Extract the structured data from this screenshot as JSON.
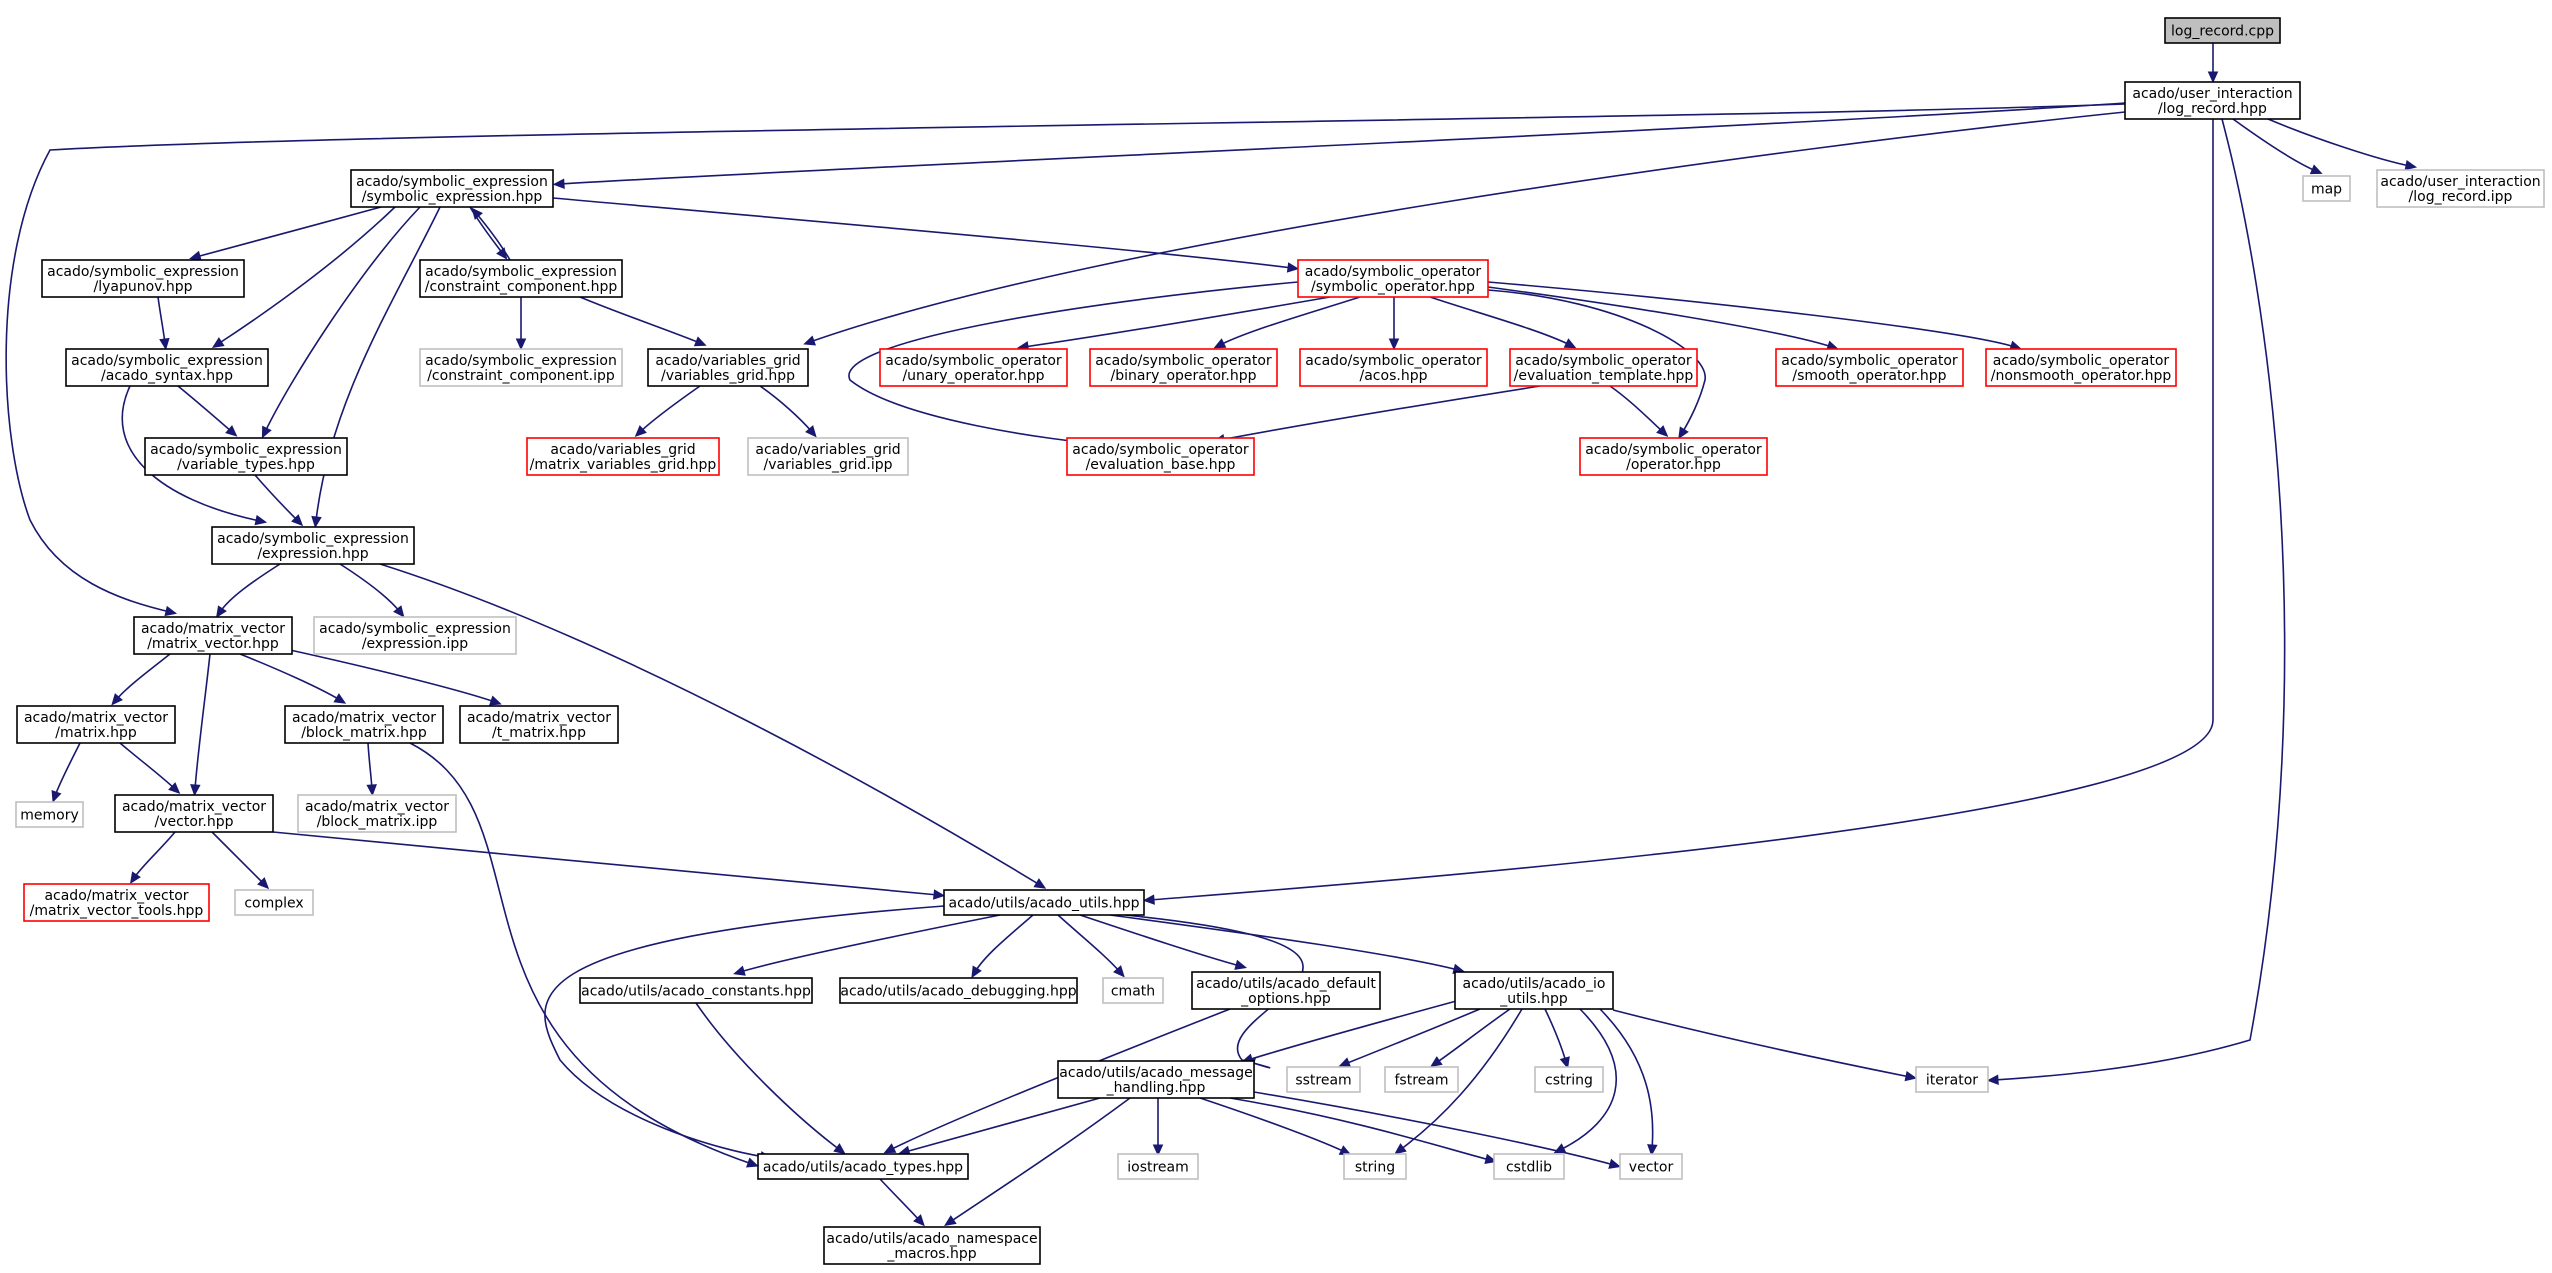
{
  "diagram": {
    "type": "include-dependency-graph",
    "root": "log_record.cpp",
    "nodes": [
      {
        "id": "log_record_cpp",
        "lines": [
          "log_record.cpp"
        ],
        "style": "root"
      },
      {
        "id": "ui_log_record_hpp",
        "lines": [
          "acado/user_interaction",
          "/log_record.hpp"
        ],
        "style": "black"
      },
      {
        "id": "map",
        "lines": [
          "map"
        ],
        "style": "gray"
      },
      {
        "id": "ui_log_record_ipp",
        "lines": [
          "acado/user_interaction",
          "/log_record.ipp"
        ],
        "style": "gray"
      },
      {
        "id": "se_symbolic_expression",
        "lines": [
          "acado/symbolic_expression",
          "/symbolic_expression.hpp"
        ],
        "style": "black"
      },
      {
        "id": "se_lyapunov",
        "lines": [
          "acado/symbolic_expression",
          "/lyapunov.hpp"
        ],
        "style": "black"
      },
      {
        "id": "se_constraint_component",
        "lines": [
          "acado/symbolic_expression",
          "/constraint_component.hpp"
        ],
        "style": "black"
      },
      {
        "id": "so_symbolic_operator",
        "lines": [
          "acado/symbolic_operator",
          "/symbolic_operator.hpp"
        ],
        "style": "red"
      },
      {
        "id": "se_acado_syntax",
        "lines": [
          "acado/symbolic_expression",
          "/acado_syntax.hpp"
        ],
        "style": "black"
      },
      {
        "id": "se_constraint_component_ipp",
        "lines": [
          "acado/symbolic_expression",
          "/constraint_component.ipp"
        ],
        "style": "gray"
      },
      {
        "id": "vg_variables_grid",
        "lines": [
          "acado/variables_grid",
          "/variables_grid.hpp"
        ],
        "style": "black"
      },
      {
        "id": "so_unary",
        "lines": [
          "acado/symbolic_operator",
          "/unary_operator.hpp"
        ],
        "style": "red"
      },
      {
        "id": "so_binary",
        "lines": [
          "acado/symbolic_operator",
          "/binary_operator.hpp"
        ],
        "style": "red"
      },
      {
        "id": "so_acos",
        "lines": [
          "acado/symbolic_operator",
          "/acos.hpp"
        ],
        "style": "red"
      },
      {
        "id": "so_evaluation_template",
        "lines": [
          "acado/symbolic_operator",
          "/evaluation_template.hpp"
        ],
        "style": "red"
      },
      {
        "id": "so_smooth",
        "lines": [
          "acado/symbolic_operator",
          "/smooth_operator.hpp"
        ],
        "style": "red"
      },
      {
        "id": "so_nonsmooth",
        "lines": [
          "acado/symbolic_operator",
          "/nonsmooth_operator.hpp"
        ],
        "style": "red"
      },
      {
        "id": "se_variable_types",
        "lines": [
          "acado/symbolic_expression",
          "/variable_types.hpp"
        ],
        "style": "black"
      },
      {
        "id": "vg_matrix_variables_grid",
        "lines": [
          "acado/variables_grid",
          "/matrix_variables_grid.hpp"
        ],
        "style": "red"
      },
      {
        "id": "vg_variables_grid_ipp",
        "lines": [
          "acado/variables_grid",
          "/variables_grid.ipp"
        ],
        "style": "gray"
      },
      {
        "id": "so_evaluation_base",
        "lines": [
          "acado/symbolic_operator",
          "/evaluation_base.hpp"
        ],
        "style": "red"
      },
      {
        "id": "so_operator",
        "lines": [
          "acado/symbolic_operator",
          "/operator.hpp"
        ],
        "style": "red"
      },
      {
        "id": "se_expression",
        "lines": [
          "acado/symbolic_expression",
          "/expression.hpp"
        ],
        "style": "black"
      },
      {
        "id": "mv_matrix_vector",
        "lines": [
          "acado/matrix_vector",
          "/matrix_vector.hpp"
        ],
        "style": "black"
      },
      {
        "id": "se_expression_ipp",
        "lines": [
          "acado/symbolic_expression",
          "/expression.ipp"
        ],
        "style": "gray"
      },
      {
        "id": "mv_matrix",
        "lines": [
          "acado/matrix_vector",
          "/matrix.hpp"
        ],
        "style": "black"
      },
      {
        "id": "mv_block_matrix",
        "lines": [
          "acado/matrix_vector",
          "/block_matrix.hpp"
        ],
        "style": "black"
      },
      {
        "id": "mv_t_matrix",
        "lines": [
          "acado/matrix_vector",
          "/t_matrix.hpp"
        ],
        "style": "black"
      },
      {
        "id": "memory",
        "lines": [
          "memory"
        ],
        "style": "gray"
      },
      {
        "id": "mv_vector",
        "lines": [
          "acado/matrix_vector",
          "/vector.hpp"
        ],
        "style": "black"
      },
      {
        "id": "mv_block_matrix_ipp",
        "lines": [
          "acado/matrix_vector",
          "/block_matrix.ipp"
        ],
        "style": "gray"
      },
      {
        "id": "mv_matrix_vector_tools",
        "lines": [
          "acado/matrix_vector",
          "/matrix_vector_tools.hpp"
        ],
        "style": "red"
      },
      {
        "id": "complex",
        "lines": [
          "complex"
        ],
        "style": "gray"
      },
      {
        "id": "ut_acado_utils",
        "lines": [
          "acado/utils/acado_utils.hpp"
        ],
        "style": "black"
      },
      {
        "id": "ut_acado_constants",
        "lines": [
          "acado/utils/acado_constants.hpp"
        ],
        "style": "black"
      },
      {
        "id": "ut_acado_debugging",
        "lines": [
          "acado/utils/acado_debugging.hpp"
        ],
        "style": "black"
      },
      {
        "id": "cmath",
        "lines": [
          "cmath"
        ],
        "style": "gray"
      },
      {
        "id": "ut_acado_default_options",
        "lines": [
          "acado/utils/acado_default",
          "_options.hpp"
        ],
        "style": "black"
      },
      {
        "id": "ut_acado_io_utils",
        "lines": [
          "acado/utils/acado_io",
          "_utils.hpp"
        ],
        "style": "black"
      },
      {
        "id": "ut_acado_message_handling",
        "lines": [
          "acado/utils/acado_message",
          "_handling.hpp"
        ],
        "style": "black"
      },
      {
        "id": "sstream",
        "lines": [
          "sstream"
        ],
        "style": "gray"
      },
      {
        "id": "fstream",
        "lines": [
          "fstream"
        ],
        "style": "gray"
      },
      {
        "id": "cstring",
        "lines": [
          "cstring"
        ],
        "style": "gray"
      },
      {
        "id": "iterator",
        "lines": [
          "iterator"
        ],
        "style": "gray"
      },
      {
        "id": "ut_acado_types",
        "lines": [
          "acado/utils/acado_types.hpp"
        ],
        "style": "black"
      },
      {
        "id": "iostream",
        "lines": [
          "iostream"
        ],
        "style": "gray"
      },
      {
        "id": "string",
        "lines": [
          "string"
        ],
        "style": "gray"
      },
      {
        "id": "cstdlib",
        "lines": [
          "cstdlib"
        ],
        "style": "gray"
      },
      {
        "id": "vector",
        "lines": [
          "vector"
        ],
        "style": "gray"
      },
      {
        "id": "ut_acado_namespace_macros",
        "lines": [
          "acado/utils/acado_namespace",
          "_macros.hpp"
        ],
        "style": "black"
      }
    ],
    "edges": [
      {
        "from": "log_record_cpp",
        "to": "ui_log_record_hpp"
      },
      {
        "from": "ui_log_record_hpp",
        "to": "map"
      },
      {
        "from": "ui_log_record_hpp",
        "to": "ui_log_record_ipp"
      },
      {
        "from": "ui_log_record_hpp",
        "to": "se_symbolic_expression"
      },
      {
        "from": "ui_log_record_hpp",
        "to": "mv_matrix_vector"
      },
      {
        "from": "ui_log_record_hpp",
        "to": "vg_variables_grid"
      },
      {
        "from": "ui_log_record_hpp",
        "to": "ut_acado_utils"
      },
      {
        "from": "ui_log_record_hpp",
        "to": "iterator"
      },
      {
        "from": "se_symbolic_expression",
        "to": "se_lyapunov"
      },
      {
        "from": "se_symbolic_expression",
        "to": "se_constraint_component"
      },
      {
        "from": "se_symbolic_expression",
        "to": "so_symbolic_operator"
      },
      {
        "from": "se_symbolic_expression",
        "to": "se_acado_syntax"
      },
      {
        "from": "se_symbolic_expression",
        "to": "se_variable_types"
      },
      {
        "from": "se_symbolic_expression",
        "to": "se_expression"
      },
      {
        "from": "se_constraint_component",
        "to": "se_symbolic_expression"
      },
      {
        "from": "se_constraint_component",
        "to": "se_constraint_component_ipp"
      },
      {
        "from": "se_constraint_component",
        "to": "vg_variables_grid"
      },
      {
        "from": "se_lyapunov",
        "to": "se_acado_syntax"
      },
      {
        "from": "se_acado_syntax",
        "to": "se_variable_types"
      },
      {
        "from": "se_acado_syntax",
        "to": "se_expression"
      },
      {
        "from": "se_variable_types",
        "to": "se_expression"
      },
      {
        "from": "so_symbolic_operator",
        "to": "so_unary"
      },
      {
        "from": "so_symbolic_operator",
        "to": "so_binary"
      },
      {
        "from": "so_symbolic_operator",
        "to": "so_acos"
      },
      {
        "from": "so_symbolic_operator",
        "to": "so_evaluation_template"
      },
      {
        "from": "so_symbolic_operator",
        "to": "so_smooth"
      },
      {
        "from": "so_symbolic_operator",
        "to": "so_nonsmooth"
      },
      {
        "from": "so_symbolic_operator",
        "to": "so_evaluation_base"
      },
      {
        "from": "so_symbolic_operator",
        "to": "so_operator"
      },
      {
        "from": "so_evaluation_template",
        "to": "so_evaluation_base"
      },
      {
        "from": "so_evaluation_template",
        "to": "so_operator"
      },
      {
        "from": "vg_variables_grid",
        "to": "vg_matrix_variables_grid"
      },
      {
        "from": "vg_variables_grid",
        "to": "vg_variables_grid_ipp"
      },
      {
        "from": "se_expression",
        "to": "mv_matrix_vector"
      },
      {
        "from": "se_expression",
        "to": "se_expression_ipp"
      },
      {
        "from": "se_expression",
        "to": "ut_acado_utils"
      },
      {
        "from": "mv_matrix_vector",
        "to": "mv_matrix"
      },
      {
        "from": "mv_matrix_vector",
        "to": "mv_vector"
      },
      {
        "from": "mv_matrix_vector",
        "to": "mv_block_matrix"
      },
      {
        "from": "mv_matrix_vector",
        "to": "mv_t_matrix"
      },
      {
        "from": "mv_matrix",
        "to": "memory"
      },
      {
        "from": "mv_matrix",
        "to": "mv_vector"
      },
      {
        "from": "mv_block_matrix",
        "to": "mv_block_matrix_ipp"
      },
      {
        "from": "mv_block_matrix",
        "to": "ut_acado_types"
      },
      {
        "from": "mv_vector",
        "to": "mv_matrix_vector_tools"
      },
      {
        "from": "mv_vector",
        "to": "complex"
      },
      {
        "from": "mv_vector",
        "to": "ut_acado_utils"
      },
      {
        "from": "ut_acado_utils",
        "to": "ut_acado_constants"
      },
      {
        "from": "ut_acado_utils",
        "to": "ut_acado_debugging"
      },
      {
        "from": "ut_acado_utils",
        "to": "cmath"
      },
      {
        "from": "ut_acado_utils",
        "to": "ut_acado_default_options"
      },
      {
        "from": "ut_acado_utils",
        "to": "ut_acado_io_utils"
      },
      {
        "from": "ut_acado_utils",
        "to": "ut_acado_types"
      },
      {
        "from": "ut_acado_utils",
        "to": "ut_acado_message_handling"
      },
      {
        "from": "ut_acado_constants",
        "to": "ut_acado_types"
      },
      {
        "from": "ut_acado_default_options",
        "to": "ut_acado_types"
      },
      {
        "from": "ut_acado_io_utils",
        "to": "ut_acado_message_handling"
      },
      {
        "from": "ut_acado_io_utils",
        "to": "sstream"
      },
      {
        "from": "ut_acado_io_utils",
        "to": "fstream"
      },
      {
        "from": "ut_acado_io_utils",
        "to": "cstring"
      },
      {
        "from": "ut_acado_io_utils",
        "to": "iterator"
      },
      {
        "from": "ut_acado_io_utils",
        "to": "string"
      },
      {
        "from": "ut_acado_io_utils",
        "to": "cstdlib"
      },
      {
        "from": "ut_acado_io_utils",
        "to": "vector"
      },
      {
        "from": "ut_acado_message_handling",
        "to": "ut_acado_types"
      },
      {
        "from": "ut_acado_message_handling",
        "to": "iostream"
      },
      {
        "from": "ut_acado_message_handling",
        "to": "string"
      },
      {
        "from": "ut_acado_message_handling",
        "to": "cstdlib"
      },
      {
        "from": "ut_acado_message_handling",
        "to": "vector"
      },
      {
        "from": "ut_acado_message_handling",
        "to": "ut_acado_namespace_macros"
      },
      {
        "from": "ut_acado_types",
        "to": "ut_acado_namespace_macros"
      }
    ],
    "colors": {
      "edge": "#191970",
      "root_fill": "#bfbfbf",
      "node_border": "#000000",
      "missing_border": "#ff0000",
      "external_border": "#bfbfbf"
    }
  }
}
